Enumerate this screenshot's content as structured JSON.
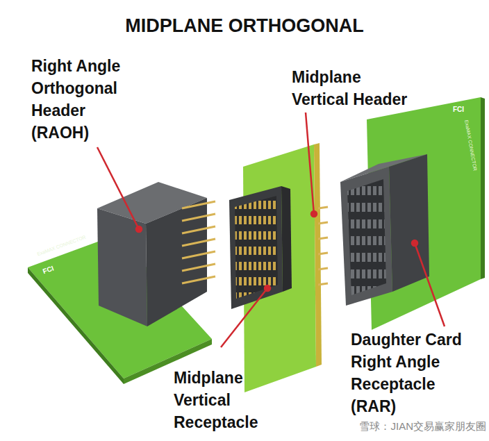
{
  "diagram": {
    "title": "MIDPLANE ORTHOGONAL",
    "labels": [
      "Right Angle Orthogonal Header (RAOH)",
      "Midplane Vertical Header",
      "Midplane Vertical Receptacle",
      "Daughter Card Right Angle Receptacle (RAR)",
      "ExaMAX CONNECTOR",
      "FCI",
      "ExaMAX CONNECTOR",
      "FCI",
      "雪球：JIAN交易赢家朋友圈"
    ]
  }
}
